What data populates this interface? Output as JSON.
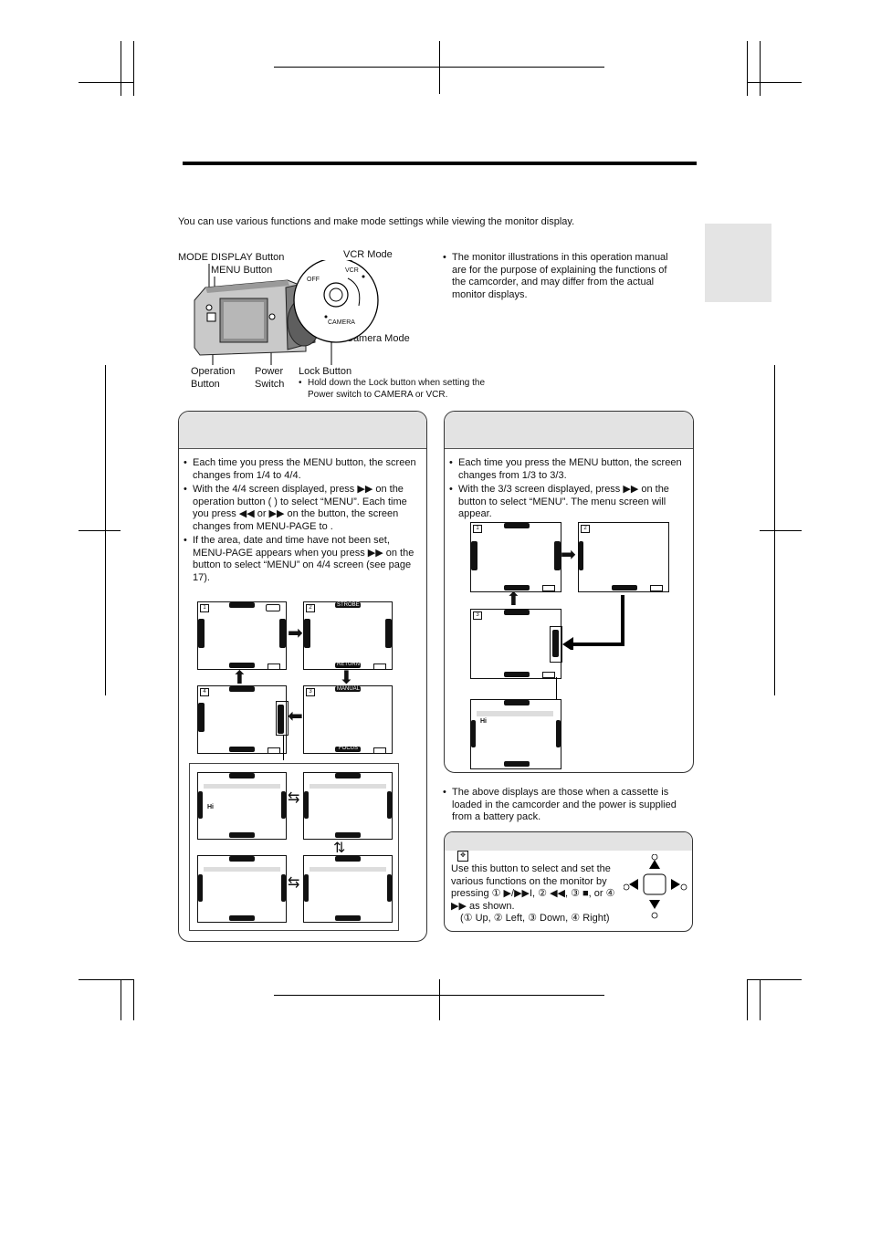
{
  "intro": "You can use various functions and make mode settings while viewing the monitor display.",
  "labels": {
    "mode_display_button": "MODE DISPLAY Button",
    "menu_button": "MENU Button",
    "vcr_mode": "VCR Mode",
    "camera_mode": "Camera Mode",
    "off": "OFF",
    "vcr": "VCR",
    "camera": "CAMERA",
    "operation_button": "Operation Button",
    "power_switch": "Power Switch",
    "lock_button": "Lock Button",
    "lock_note": "Hold down the Lock button when setting the Power switch to CAMERA or VCR."
  },
  "monitor_note": "The monitor illustrations in this operation manual are for the purpose of explaining the functions of the camcorder, and may differ from the actual monitor displays.",
  "camera_panel": {
    "bullets": [
      "Each time you press the MENU button, the screen changes from 1/4 to 4/4.",
      "With the 4/4 screen displayed, press ▶▶ on the operation button ( ) to select “MENU”. Each time you press ◀◀ or ▶▶ on the button, the screen changes from MENU-PAGE to .",
      "If the area, date and time have not been set, MENU-PAGE appears when you press ▶▶ on the button to select “MENU” on 4/4 screen (see page 17)."
    ],
    "screen_labels": {
      "strobe": "STROBE",
      "return": "RETURN",
      "manual": "MANUAL",
      "focus": "FOCUS",
      "hi": "Hi"
    }
  },
  "vcr_panel": {
    "bullets": [
      "Each time you press the MENU button, the screen changes from 1/3 to 3/3.",
      "With the 3/3 screen displayed, press ▶▶ on the button to select “MENU”. The menu screen will appear."
    ]
  },
  "cassette_note": "The above displays are those when a cassette is loaded in the camcorder and the power is supplied from a battery pack.",
  "op_box": {
    "text": "Use this button to select and set the various functions on the monitor by pressing ① ▶/▶▶I, ② ◀◀, ③ ■, or ④ ▶▶ as shown.",
    "legend": "(① Up, ② Left, ③ Down, ④ Right)"
  }
}
